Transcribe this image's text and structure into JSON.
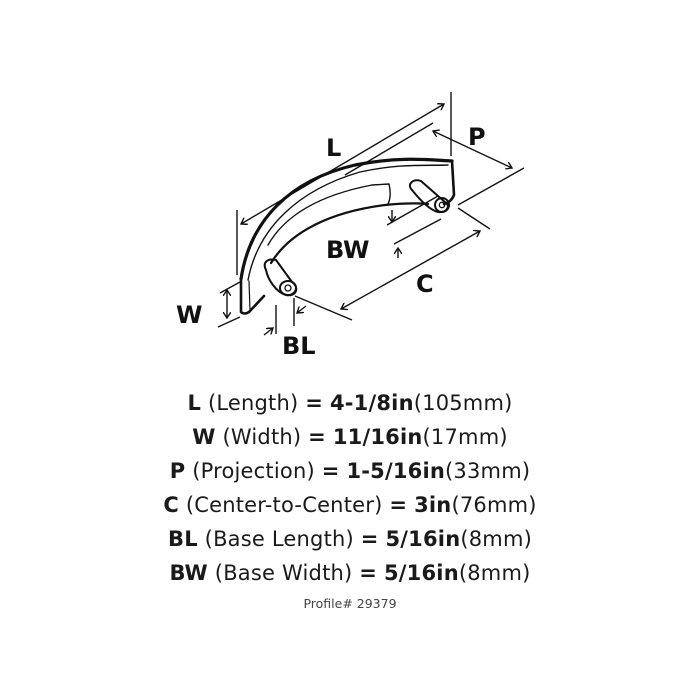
{
  "diagram": {
    "labels": {
      "L": "L",
      "P": "P",
      "BW": "BW",
      "C": "C",
      "W": "W",
      "BL": "BL"
    }
  },
  "specs": [
    {
      "code": "L",
      "name": "(Length)",
      "eq": "=",
      "value": "4-1/8in",
      "metric": "(105mm)"
    },
    {
      "code": "W",
      "name": "(Width)",
      "eq": "=",
      "value": "11/16in",
      "metric": "(17mm)"
    },
    {
      "code": "P",
      "name": "(Projection)",
      "eq": "=",
      "value": "1-5/16in",
      "metric": "(33mm)"
    },
    {
      "code": "C",
      "name": "(Center-to-Center)",
      "eq": "=",
      "value": "3in",
      "metric": "(76mm)"
    },
    {
      "code": "BL",
      "name": "(Base Length)",
      "eq": "=",
      "value": "5/16in",
      "metric": "(8mm)"
    },
    {
      "code": "BW",
      "name": "(Base Width)",
      "eq": "=",
      "value": "5/16in",
      "metric": "(8mm)"
    }
  ],
  "profile": "Profile# 29379"
}
